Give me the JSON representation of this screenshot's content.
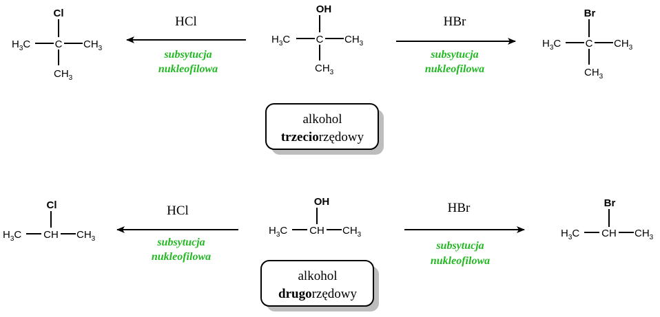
{
  "colors": {
    "chlorine": "#e0201b",
    "bromine": "#e0201b",
    "hydroxyl": "#1a1adc",
    "label_green": "#22b822",
    "box_shadow": "#bdbdbd"
  },
  "tertiary": {
    "left_product": {
      "top_group": "Cl",
      "left_group": "H3C",
      "center": "C",
      "right_group": "CH3",
      "bottom_group": "CH3"
    },
    "reactant": {
      "top_group": "OH",
      "left_group": "H3C",
      "center": "C",
      "right_group": "CH3",
      "bottom_group": "CH3"
    },
    "right_product": {
      "top_group": "Br",
      "left_group": "H3C",
      "center": "C",
      "right_group": "CH3",
      "bottom_group": "CH3"
    },
    "left_arrow": {
      "reagent": "HCl",
      "label_line1": "subsytucja",
      "label_line2": "nukleofilowa"
    },
    "right_arrow": {
      "reagent": "HBr",
      "label_line1": "subsytucja",
      "label_line2": "nukleofilowa"
    },
    "box": {
      "line1": "alkohol",
      "bold": "trzecio",
      "rest": "rzędowy"
    }
  },
  "secondary": {
    "left_product": {
      "top_group": "Cl",
      "left_group": "H3C",
      "center": "CH",
      "right_group": "CH3"
    },
    "reactant": {
      "top_group": "OH",
      "left_group": "H3C",
      "center": "CH",
      "right_group": "CH3"
    },
    "right_product": {
      "top_group": "Br",
      "left_group": "H3C",
      "center": "CH",
      "right_group": "CH3"
    },
    "left_arrow": {
      "reagent": "HCl",
      "label_line1": "subsytucja",
      "label_line2": "nukleofilowa"
    },
    "right_arrow": {
      "reagent": "HBr",
      "label_line1": "subsytucja",
      "label_line2": "nukleofilowa"
    },
    "box": {
      "line1": "alkohol",
      "bold": "drugo",
      "rest": "rzędowy"
    }
  }
}
